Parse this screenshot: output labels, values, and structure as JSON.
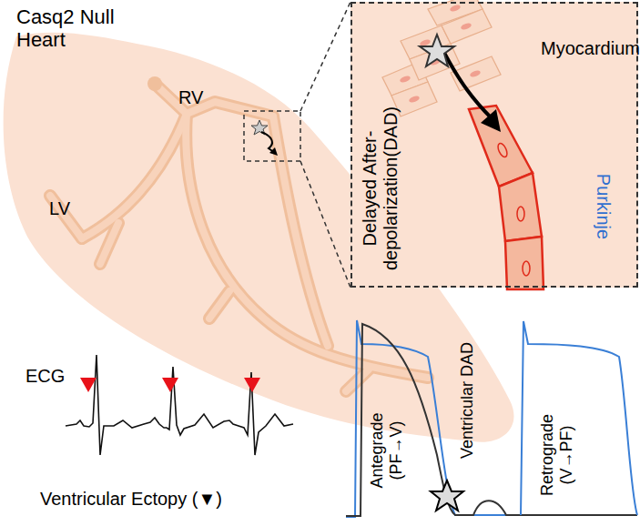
{
  "diagram": {
    "title": "Casq2 Null Heart",
    "nodes": [
      {
        "text": [
          "Delayed After- depolarization(DAD)",
          "Myocardium",
          "Purkinje"
        ]
      }
    ],
    "labels": [
      "RV",
      "LV",
      "ECG",
      "Ventricular Ectopy (▼)",
      "Antegrade (PF→V)",
      "Ventricular DAD",
      "Retrograde (V→PF)"
    ]
  }
}
